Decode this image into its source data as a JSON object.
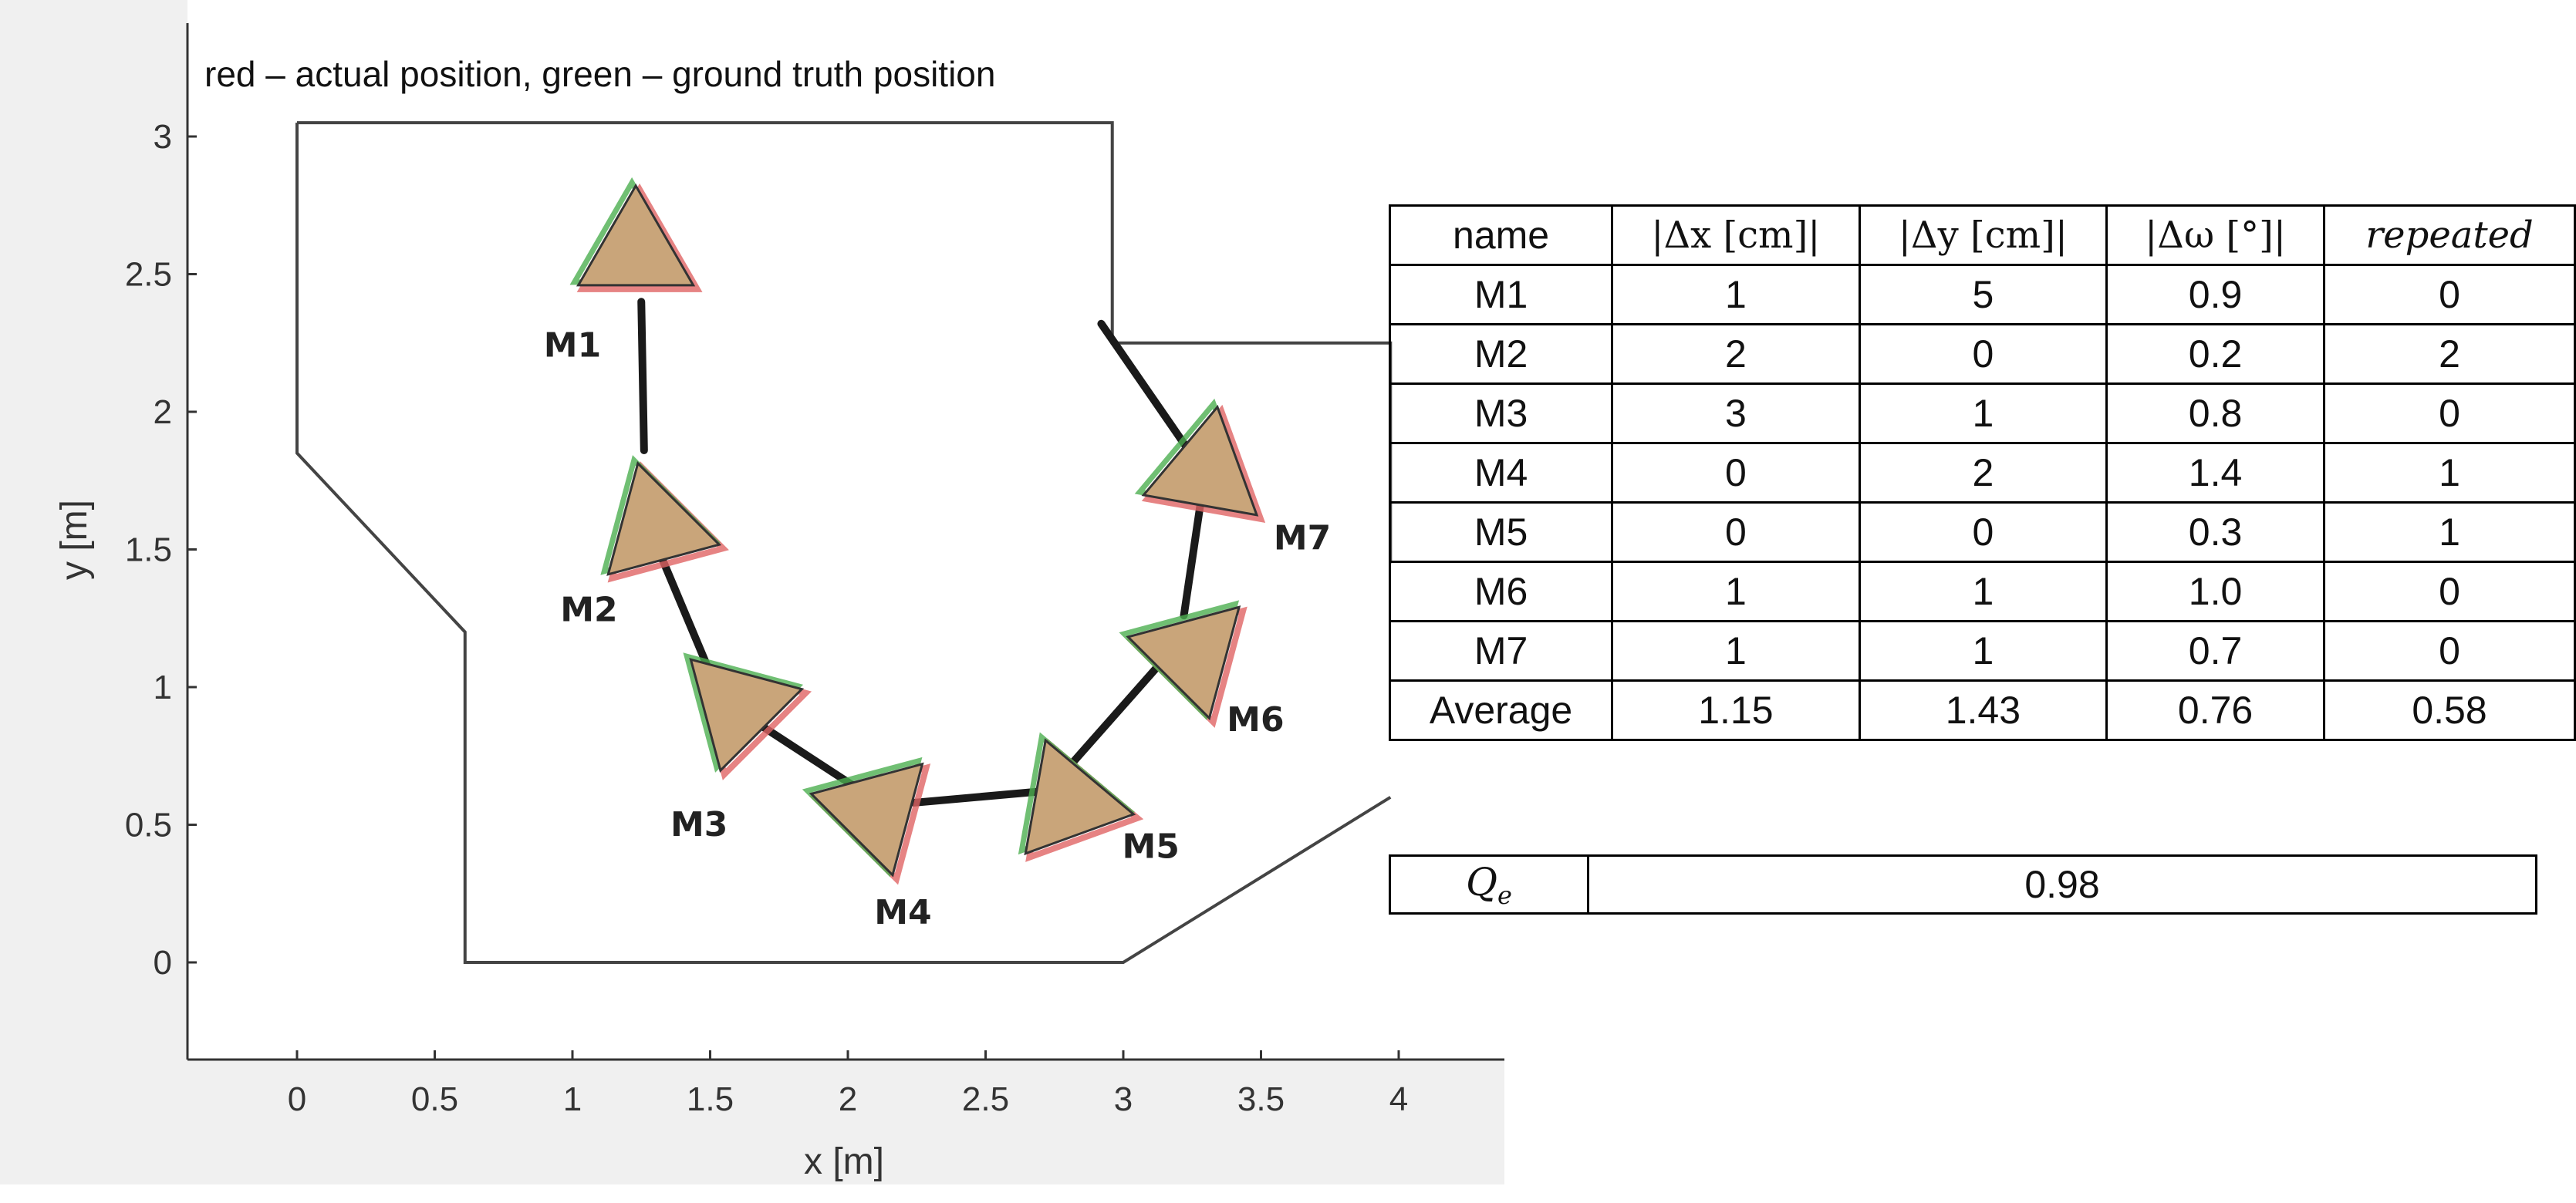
{
  "chart_data": {
    "type": "scatter",
    "title": "red – actual position, green – ground truth position",
    "xlabel": "x [m]",
    "ylabel": "y [m]",
    "xlim": [
      -0.4,
      4.4
    ],
    "ylim": [
      -0.36,
      3.4
    ],
    "xticks": [
      0,
      0.5,
      1,
      1.5,
      2,
      2.5,
      3,
      3.5,
      4
    ],
    "yticks": [
      0,
      0.5,
      1,
      1.5,
      2,
      2.5,
      3
    ],
    "xtick_labels": [
      "0",
      "0.5",
      "1",
      "1.5",
      "2",
      "2.5",
      "3",
      "3.5",
      "4"
    ],
    "ytick_labels": [
      "0",
      "0.5",
      "1",
      "1.5",
      "2",
      "2.5",
      "3"
    ],
    "grid": false,
    "boundary": [
      [
        0,
        3.05
      ],
      [
        2.96,
        3.05
      ],
      [
        2.96,
        2.25
      ],
      [
        3.97,
        2.25
      ],
      [
        3.97,
        1.45
      ]
    ],
    "boundary2": [
      [
        0,
        3.05
      ],
      [
        0,
        1.85
      ],
      [
        0.61,
        1.2
      ],
      [
        0.61,
        0
      ],
      [
        3.0,
        0
      ],
      [
        3.97,
        0.6
      ]
    ],
    "markers": [
      {
        "name": "M1",
        "x": 1.23,
        "y": 2.58,
        "angle": 90,
        "label_pos": [
          1.0,
          2.2
        ]
      },
      {
        "name": "M2",
        "x": 1.3,
        "y": 1.58,
        "angle": -15,
        "label_pos": [
          1.06,
          1.24
        ]
      },
      {
        "name": "M3",
        "x": 1.6,
        "y": 0.93,
        "angle": -105,
        "label_pos": [
          1.46,
          0.46
        ]
      },
      {
        "name": "M4",
        "x": 2.1,
        "y": 0.55,
        "angle": 165,
        "label_pos": [
          2.2,
          0.14
        ]
      },
      {
        "name": "M5",
        "x": 2.8,
        "y": 0.58,
        "angle": -10,
        "label_pos": [
          3.1,
          0.38
        ]
      },
      {
        "name": "M6",
        "x": 3.25,
        "y": 1.12,
        "angle": -75,
        "label_pos": [
          3.48,
          0.84
        ]
      },
      {
        "name": "M7",
        "x": 3.3,
        "y": 1.78,
        "angle": 80,
        "label_pos": [
          3.65,
          1.5
        ]
      }
    ],
    "paths": [
      [
        [
          1.26,
          1.86
        ],
        [
          1.25,
          2.4
        ]
      ],
      [
        [
          1.53,
          0.98
        ],
        [
          1.32,
          1.48
        ]
      ],
      [
        [
          2.13,
          0.57
        ],
        [
          1.67,
          0.87
        ]
      ],
      [
        [
          2.8,
          0.63
        ],
        [
          2.24,
          0.58
        ]
      ],
      [
        [
          3.2,
          1.16
        ],
        [
          2.82,
          0.73
        ]
      ],
      [
        [
          3.3,
          1.8
        ],
        [
          3.22,
          1.26
        ]
      ],
      [
        [
          2.92,
          2.32
        ],
        [
          3.32,
          1.74
        ]
      ]
    ],
    "series": [
      {
        "name": "red",
        "color": "#e06464"
      },
      {
        "name": "green",
        "color": "#4caf50"
      }
    ]
  },
  "table": {
    "headers": [
      "name",
      "|Δx [cm]|",
      "|Δy [cm]|",
      "|Δω [°]|",
      "repeated"
    ],
    "rows": [
      [
        "M1",
        "1",
        "5",
        "0.9",
        "0"
      ],
      [
        "M2",
        "2",
        "0",
        "0.2",
        "2"
      ],
      [
        "M3",
        "3",
        "1",
        "0.8",
        "0"
      ],
      [
        "M4",
        "0",
        "2",
        "1.4",
        "1"
      ],
      [
        "M5",
        "0",
        "0",
        "0.3",
        "1"
      ],
      [
        "M6",
        "1",
        "1",
        "1.0",
        "0"
      ],
      [
        "M7",
        "1",
        "1",
        "0.7",
        "0"
      ],
      [
        "Average",
        "1.15",
        "1.43",
        "0.76",
        "0.58"
      ]
    ]
  },
  "summary": {
    "qe_label": "Qe",
    "qe_value": "0.98"
  },
  "colors": {
    "marker_fill": "#c9a57a",
    "actual": "#e06464",
    "ground_truth": "#4caf50",
    "panel_bg": "#f0f0f0"
  }
}
